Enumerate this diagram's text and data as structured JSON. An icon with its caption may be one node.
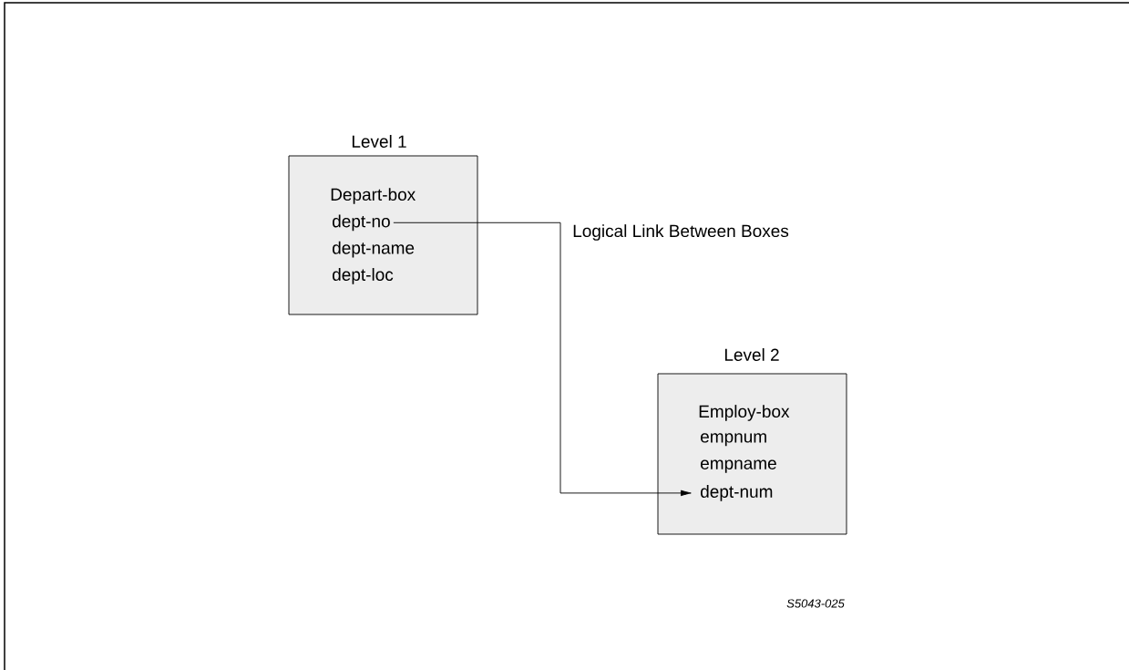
{
  "diagram": {
    "nodes": [
      {
        "text": [
          "Level 1",
          "Depart-box"
        ]
      },
      {
        "text": [
          "dept-no"
        ],
        "in": 0
      },
      {
        "text": [
          "dept-name"
        ],
        "in": 0
      },
      {
        "text": [
          "dept-loc"
        ],
        "in": 0
      },
      {
        "text": [
          "Level 2",
          "Employ-box"
        ]
      },
      {
        "text": [
          "empnum"
        ],
        "in": 4
      },
      {
        "text": [
          "empname"
        ],
        "in": 4
      },
      {
        "text": [
          "dept-num"
        ],
        "in": 4
      }
    ],
    "edges": [
      {
        "from": 1,
        "to": 7,
        "arrow": "to",
        "label": "Logical Link Between Boxes"
      }
    ],
    "labels": [
      "S5043-025"
    ]
  }
}
